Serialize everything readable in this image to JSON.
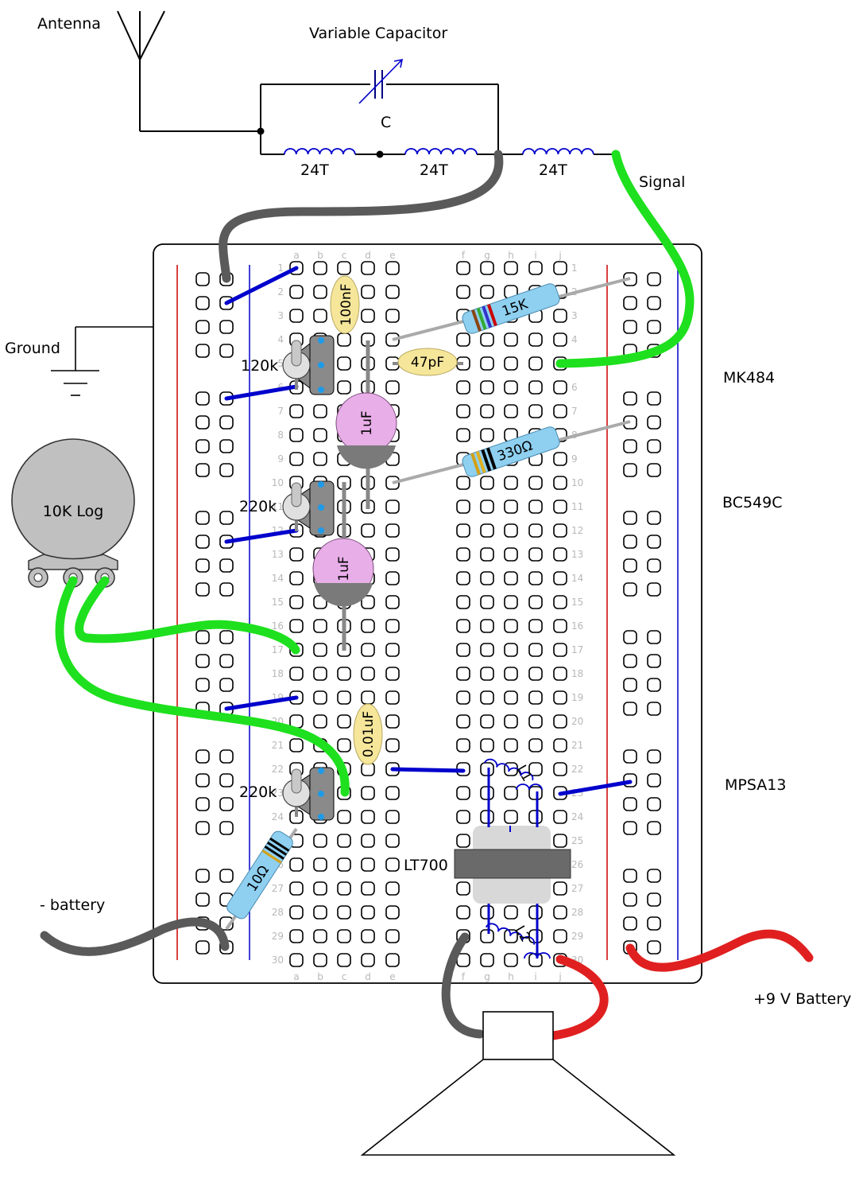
{
  "labels": {
    "antenna": "Antenna",
    "variable_capacitor": "Variable Capacitor",
    "cap_c": "C",
    "coil_1": "24T",
    "coil_2": "24T",
    "coil_3": "24T",
    "signal": "Signal",
    "ground": "Ground",
    "mk484": "MK484",
    "bc549c": "BC549C",
    "mpsa13": "MPSA13",
    "pot": "10K Log",
    "neg_battery": "- battery",
    "pos_battery": "+9 V Battery",
    "transformer": "LT700",
    "r_120k": "120k",
    "r_220k_a": "220k",
    "r_220k_b": "220k"
  },
  "components": {
    "c_100nf": "100nF",
    "c_47pf": "47pF",
    "c_1uf_a": "1uF",
    "c_1uf_b": "1uF",
    "c_001uf": "0.01uF",
    "r_15k": "15K",
    "r_330": "330Ω",
    "r_10": "10Ω",
    "coil_l1": "L1",
    "coil_l2": "L2"
  },
  "breadboard": {
    "columns_left": [
      "a",
      "b",
      "c",
      "d",
      "e"
    ],
    "columns_right": [
      "f",
      "g",
      "h",
      "i",
      "j"
    ],
    "row_count": 30
  },
  "colors": {
    "wire_green": "#1ee01e",
    "wire_blue": "#0000cc",
    "wire_gray": "#5a5a5a",
    "wire_red": "#e02020",
    "rail_red": "#cc0000",
    "rail_blue": "#0000cc",
    "cap_yellow": "#f5e69a",
    "cap_pink": "#e8aee8",
    "resistor_blue": "#8fd0f0"
  }
}
